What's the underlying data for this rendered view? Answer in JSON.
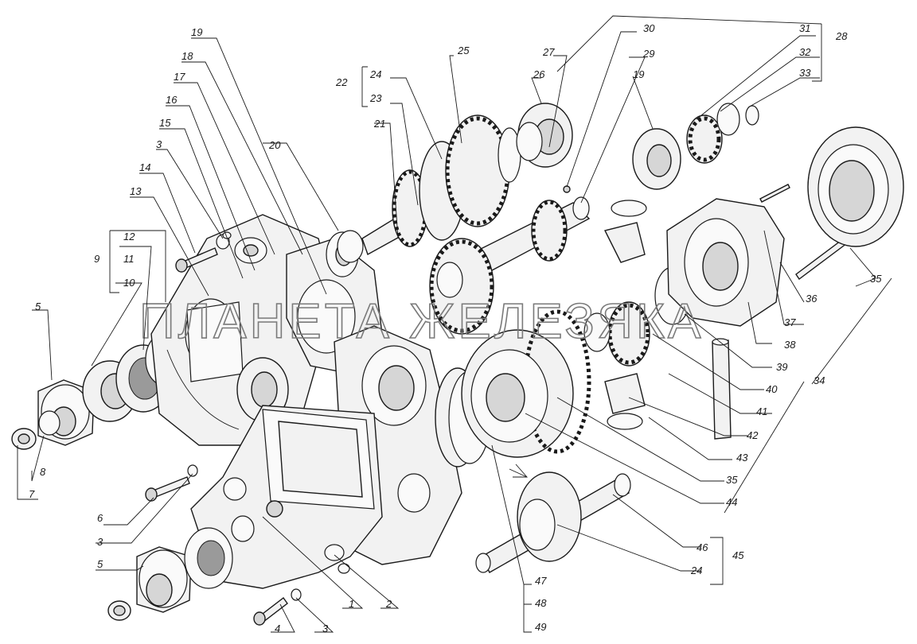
{
  "watermark": "ПЛАНЕТА ЖЕЛЕЗЯКА",
  "callouts": [
    {
      "id": "c19a",
      "text": "19"
    },
    {
      "id": "c18",
      "text": "18"
    },
    {
      "id": "c17",
      "text": "17"
    },
    {
      "id": "c16",
      "text": "16"
    },
    {
      "id": "c15",
      "text": "15"
    },
    {
      "id": "c3a",
      "text": "3"
    },
    {
      "id": "c14",
      "text": "14"
    },
    {
      "id": "c13",
      "text": "13"
    },
    {
      "id": "c12",
      "text": "12"
    },
    {
      "id": "c11",
      "text": "11"
    },
    {
      "id": "c10",
      "text": "10"
    },
    {
      "id": "c9",
      "text": "9"
    },
    {
      "id": "c5a",
      "text": "5"
    },
    {
      "id": "c8",
      "text": "8"
    },
    {
      "id": "c7",
      "text": "7"
    },
    {
      "id": "c6",
      "text": "6"
    },
    {
      "id": "c3b",
      "text": "3"
    },
    {
      "id": "c5b",
      "text": "5"
    },
    {
      "id": "c4",
      "text": "4"
    },
    {
      "id": "c3c",
      "text": "3"
    },
    {
      "id": "c1",
      "text": "1"
    },
    {
      "id": "c2",
      "text": "2"
    },
    {
      "id": "c20",
      "text": "20"
    },
    {
      "id": "c22",
      "text": "22"
    },
    {
      "id": "c24a",
      "text": "24"
    },
    {
      "id": "c23",
      "text": "23"
    },
    {
      "id": "c21",
      "text": "21"
    },
    {
      "id": "c25",
      "text": "25"
    },
    {
      "id": "c26",
      "text": "26"
    },
    {
      "id": "c27",
      "text": "27"
    },
    {
      "id": "c30",
      "text": "30"
    },
    {
      "id": "c29",
      "text": "29"
    },
    {
      "id": "c19b",
      "text": "19"
    },
    {
      "id": "c31",
      "text": "31"
    },
    {
      "id": "c28",
      "text": "28"
    },
    {
      "id": "c32",
      "text": "32"
    },
    {
      "id": "c33",
      "text": "33"
    },
    {
      "id": "c35a",
      "text": "35"
    },
    {
      "id": "c36",
      "text": "36"
    },
    {
      "id": "c37",
      "text": "37"
    },
    {
      "id": "c38",
      "text": "38"
    },
    {
      "id": "c39",
      "text": "39"
    },
    {
      "id": "c40",
      "text": "40"
    },
    {
      "id": "c34",
      "text": "34"
    },
    {
      "id": "c41",
      "text": "41"
    },
    {
      "id": "c42",
      "text": "42"
    },
    {
      "id": "c43",
      "text": "43"
    },
    {
      "id": "c35b",
      "text": "35"
    },
    {
      "id": "c44",
      "text": "44"
    },
    {
      "id": "c46",
      "text": "46"
    },
    {
      "id": "c45",
      "text": "45"
    },
    {
      "id": "c24b",
      "text": "24"
    },
    {
      "id": "c47",
      "text": "47"
    },
    {
      "id": "c48",
      "text": "48"
    },
    {
      "id": "c49",
      "text": "49"
    }
  ]
}
